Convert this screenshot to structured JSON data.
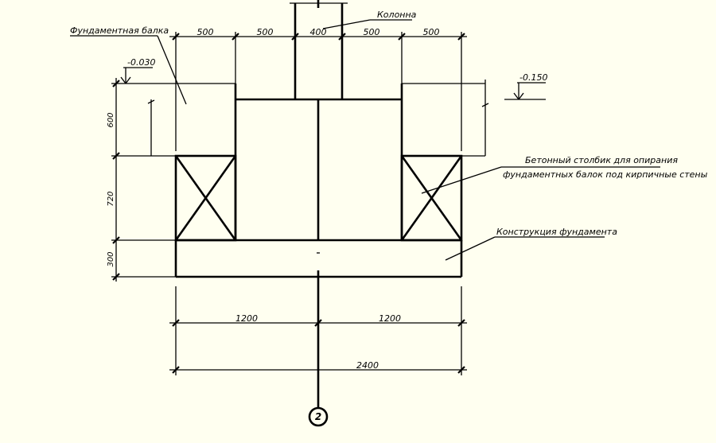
{
  "labels": {
    "kolonna": "Колонна",
    "beam": "Фундаментная балка",
    "elev_left": "-0.030",
    "elev_right": "-0.150",
    "post_line1": "Бетонный столбик для опирания",
    "post_line2": "фундаментных балок под кирпичные стены",
    "foundation": "Конструкция фундамента"
  },
  "dims": {
    "top": [
      "500",
      "500",
      "400",
      "500",
      "500"
    ],
    "left": [
      "600",
      "720",
      "300"
    ],
    "bottom_half": [
      "1200",
      "1200"
    ],
    "total": "2400"
  },
  "axis": "2"
}
